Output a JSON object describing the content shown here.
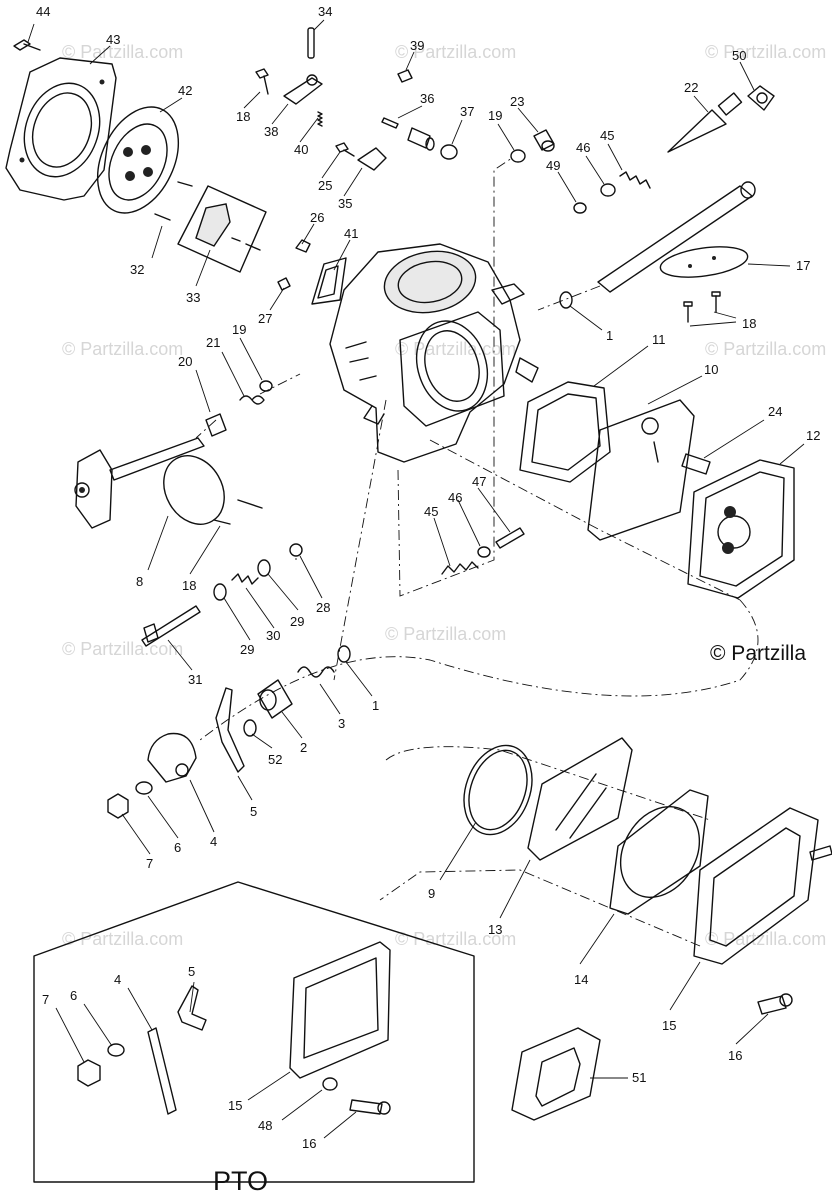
{
  "diagram": {
    "copyright_label": "© Partzilla",
    "watermark_text": "© Partzilla.com",
    "inset_label": "PTO",
    "callouts": [
      "44",
      "43",
      "42",
      "34",
      "39",
      "50",
      "22",
      "36",
      "37",
      "23",
      "19",
      "45",
      "46",
      "49",
      "18",
      "38",
      "40",
      "25",
      "35",
      "26",
      "41",
      "17",
      "32",
      "33",
      "27",
      "18",
      "1",
      "21",
      "19",
      "20",
      "11",
      "10",
      "24",
      "12",
      "8",
      "18",
      "47",
      "46",
      "45",
      "28",
      "29",
      "30",
      "29",
      "31",
      "1",
      "3",
      "2",
      "52",
      "5",
      "4",
      "6",
      "7",
      "9",
      "13",
      "14",
      "15",
      "16",
      "5",
      "4",
      "6",
      "7",
      "15",
      "48",
      "16",
      "51"
    ]
  },
  "colors": {
    "ink": "#111111",
    "watermark": "#d6d6d6",
    "background": "#ffffff"
  }
}
